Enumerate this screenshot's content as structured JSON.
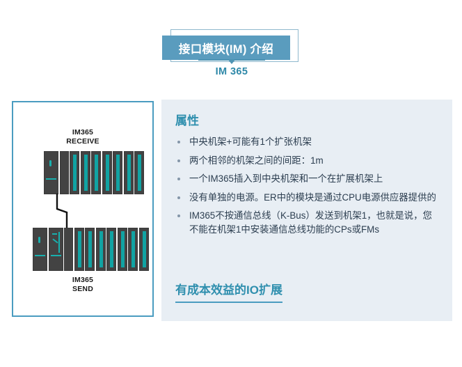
{
  "title": {
    "banner_text": "接口模块(IM) 介绍",
    "subtitle": "IM 365",
    "banner_bg": "#5a9cbe",
    "accent": "#2f8fae"
  },
  "diagram": {
    "panel_border_color": "#4a9cc0",
    "module_color": "#434343",
    "accent_color": "#11a3a3",
    "top_rack": {
      "label_line1": "IM365",
      "label_line2": "RECEIVE",
      "modules": [
        "psu",
        "blank",
        "io",
        "io",
        "io",
        "io",
        "io",
        "io",
        "io"
      ]
    },
    "bottom_rack": {
      "label_line1": "IM365",
      "label_line2": "SEND",
      "modules": [
        "psu",
        "cpu",
        "blank",
        "io",
        "io",
        "io",
        "io",
        "io",
        "io",
        "io"
      ]
    }
  },
  "content": {
    "heading": "属性",
    "bullets": [
      "中央机架+可能有1个扩张机架",
      "两个相邻的机架之间的间距：1m",
      "一个IM365插入到中央机架和一个在扩展机架上",
      "没有单独的电源。ER中的模块是通过CPU电源供应器提供的",
      "IM365不按通信总线（K-Bus）发送到机架1，也就是说，您不能在机架1中安装通信总线功能的CPs或FMs"
    ],
    "footer_heading": "有成本效益的IO扩展"
  }
}
